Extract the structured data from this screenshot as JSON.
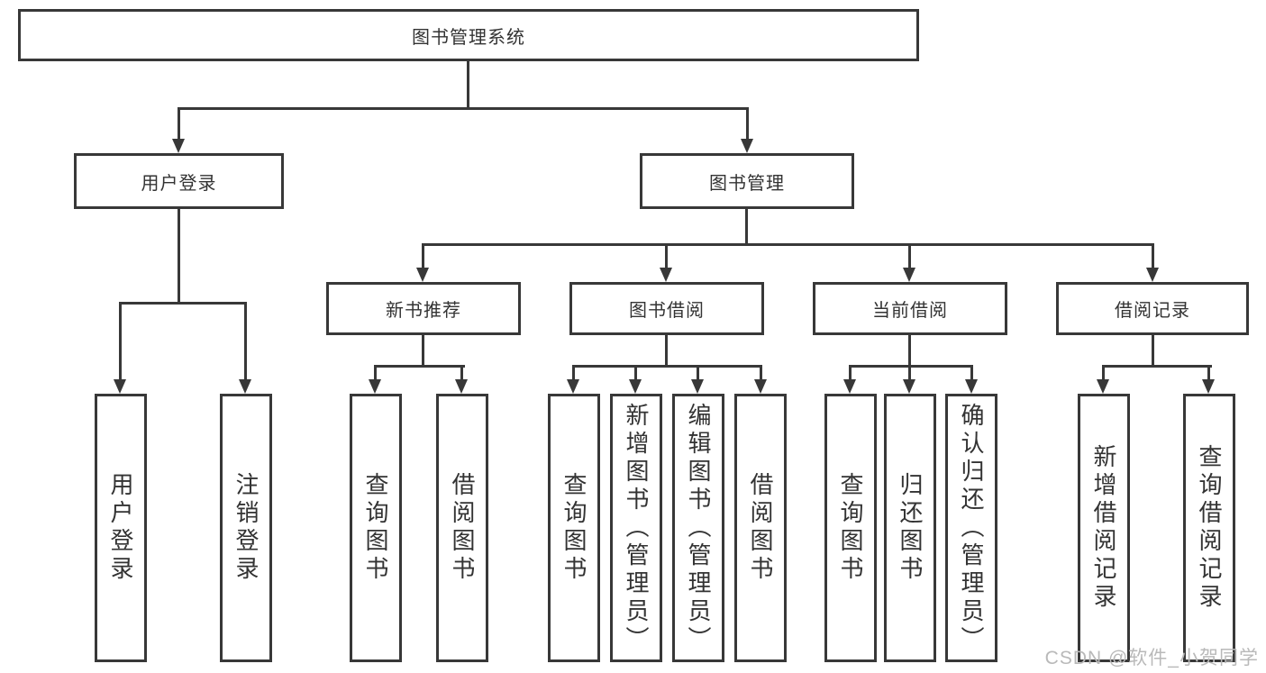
{
  "diagram": {
    "root": {
      "label": "图书管理系统"
    },
    "level2": [
      {
        "id": "user-login",
        "label": "用户登录"
      },
      {
        "id": "book-management",
        "label": "图书管理"
      }
    ],
    "level3": [
      {
        "id": "new-book-recommend",
        "label": "新书推荐",
        "parent": "book-management"
      },
      {
        "id": "book-borrow",
        "label": "图书借阅",
        "parent": "book-management"
      },
      {
        "id": "current-borrow",
        "label": "当前借阅",
        "parent": "book-management"
      },
      {
        "id": "borrow-records",
        "label": "借阅记录",
        "parent": "book-management"
      }
    ],
    "leaves": [
      {
        "id": "user-login-leaf",
        "label": "用户登录",
        "parent": "user-login"
      },
      {
        "id": "logout",
        "label": "注销登录",
        "parent": "user-login"
      },
      {
        "id": "query-books-recommend",
        "label": "查询图书",
        "parent": "new-book-recommend"
      },
      {
        "id": "borrow-books-recommend",
        "label": "借阅图书",
        "parent": "new-book-recommend"
      },
      {
        "id": "query-books-borrow",
        "label": "查询图书",
        "parent": "book-borrow"
      },
      {
        "id": "add-books-admin",
        "label": "新增图书（管理员）",
        "parent": "book-borrow"
      },
      {
        "id": "edit-books-admin",
        "label": "编辑图书（管理员）",
        "parent": "book-borrow"
      },
      {
        "id": "borrow-books",
        "label": "借阅图书",
        "parent": "book-borrow"
      },
      {
        "id": "query-books-current",
        "label": "查询图书",
        "parent": "current-borrow"
      },
      {
        "id": "return-books",
        "label": "归还图书",
        "parent": "current-borrow"
      },
      {
        "id": "confirm-return-admin",
        "label": "确认归还（管理员）",
        "parent": "current-borrow"
      },
      {
        "id": "add-borrow-record",
        "label": "新增借阅记录",
        "parent": "borrow-records"
      },
      {
        "id": "query-borrow-record",
        "label": "查询借阅记录",
        "parent": "borrow-records"
      }
    ]
  },
  "watermark": {
    "text": "CSDN @软件_小贺同学"
  },
  "colors": {
    "line": "#383838",
    "text": "#333333",
    "box_bg": "#ffffff",
    "watermark": "#b9b9b9"
  }
}
